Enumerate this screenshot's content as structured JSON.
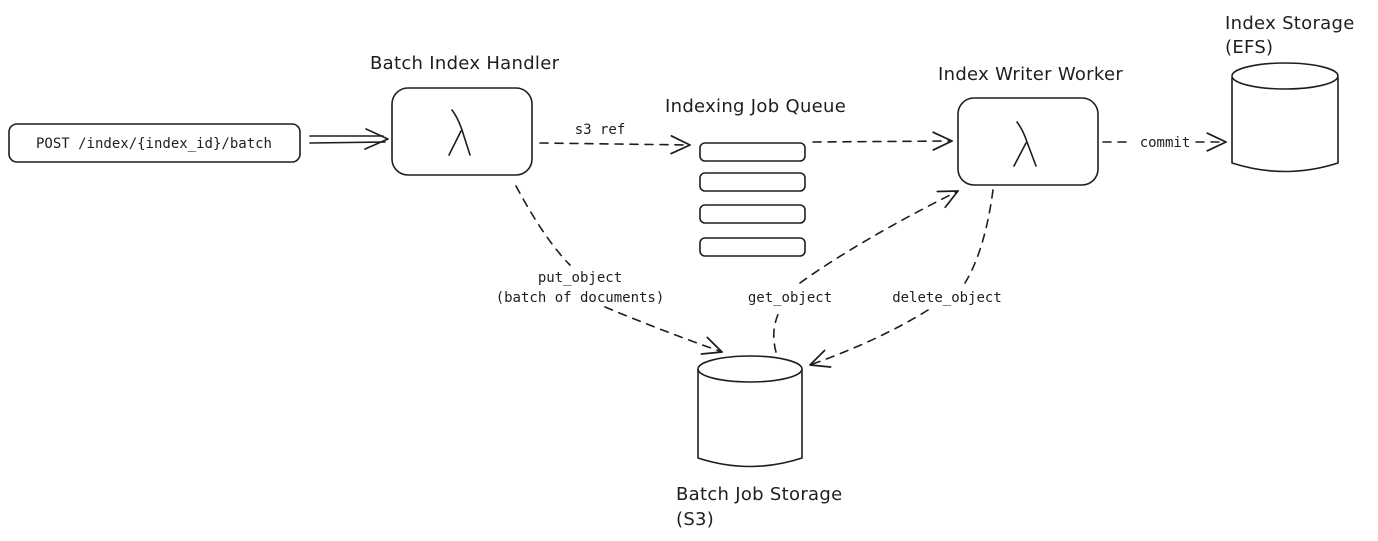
{
  "nodes": {
    "endpoint": {
      "label": "POST /index/{index_id}/batch"
    },
    "batch_handler": {
      "title": "Batch Index Handler",
      "icon": "lambda-icon",
      "symbol": "λ"
    },
    "job_queue": {
      "title": "Indexing Job Queue",
      "icon": "queue-icon"
    },
    "writer_worker": {
      "title": "Index Writer Worker",
      "icon": "lambda-icon",
      "symbol": "λ"
    },
    "index_storage": {
      "title_line1": "Index Storage",
      "title_line2": "(EFS)",
      "icon": "database-cylinder-icon"
    },
    "batch_storage": {
      "title_line1": "Batch Job Storage",
      "title_line2": "(S3)",
      "icon": "database-cylinder-icon"
    }
  },
  "edges": {
    "s3_ref": "s3 ref",
    "commit": "commit",
    "put_object_line1": "put_object",
    "put_object_line2": "(batch of documents)",
    "get_object": "get_object",
    "delete_object": "delete_object"
  },
  "colors": {
    "stroke": "#1e1e1e",
    "background": "#ffffff"
  }
}
